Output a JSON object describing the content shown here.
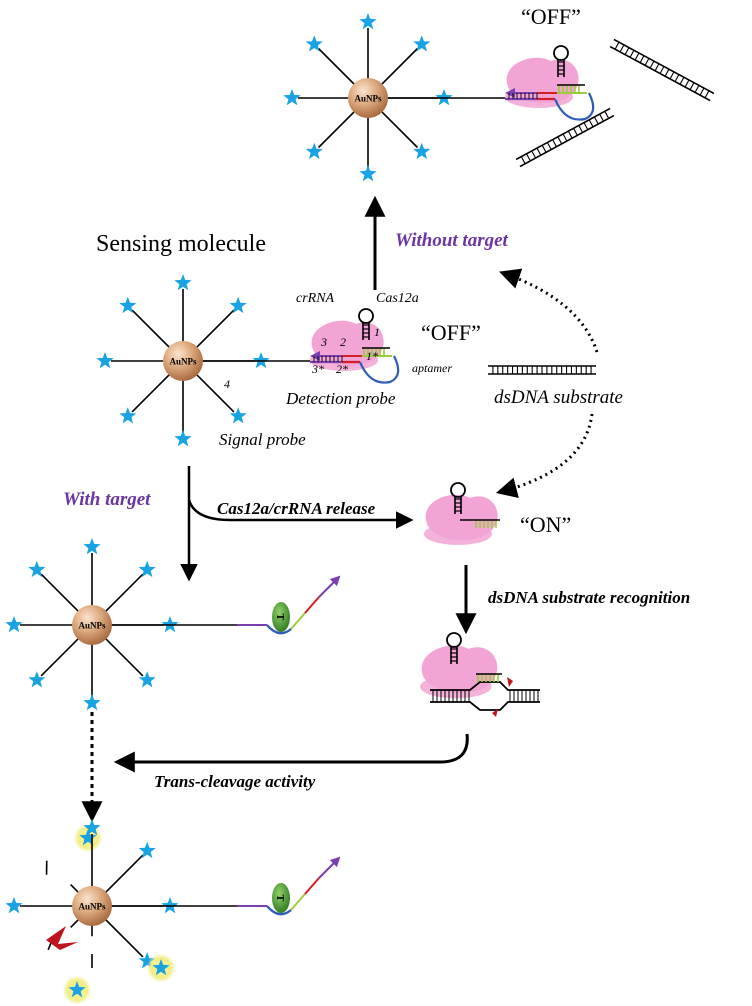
{
  "colors": {
    "star": "#1aa3e3",
    "star_glow": "#f4f08a",
    "gold_np": "#d9a57e",
    "cas_protein": "#f2a4d4",
    "accent_purple": "#6c35a0",
    "probe_green": "#4e9a2e",
    "red_strand": "#d51f26",
    "blue_strand": "#2e5cb8",
    "green_strand": "#9ccc3c",
    "magenta_strand": "#b03cc7",
    "cut_marker": "#c0141c"
  },
  "labels": {
    "off_top": "“OFF”",
    "off_mid": "“OFF”",
    "on": "“ON”",
    "sensing_molecule": "Sensing molecule",
    "without_target": "Without target",
    "with_target": "With target",
    "crRNA": "crRNA",
    "cas12a": "Cas12a",
    "aptamer": "aptamer",
    "detection_probe": "Detection probe",
    "signal_probe": "Signal probe",
    "dsDNA_substrate": "dsDNA substrate",
    "cas_release": "Cas12a/crRNA release",
    "dsDNA_recognition": "dsDNA substrate recognition",
    "trans_cleavage": "Trans-cleavage activity",
    "np_label": "AuNPs",
    "site_1": "1",
    "site_2": "2",
    "site_3": "3",
    "site_1star": "1*",
    "site_2star": "2*",
    "site_3star": "3*",
    "site_4": "4",
    "target_marker": "T"
  },
  "icons": {
    "signal_star": "star-icon",
    "gold_nanoparticle": "nanoparticle-icon",
    "cas_complex": "cas12a-complex-icon",
    "dsDNA": "dsdna-icon",
    "target": "target-icon",
    "cleavage": "scissors-icon"
  }
}
